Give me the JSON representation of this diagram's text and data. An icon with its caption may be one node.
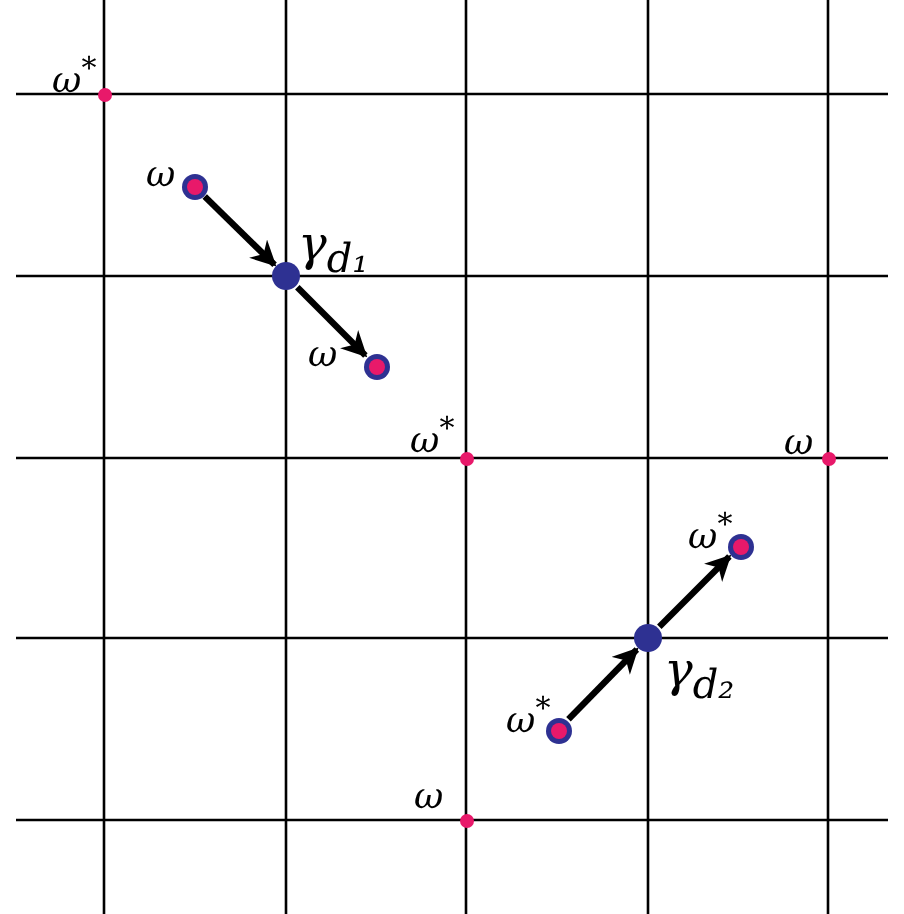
{
  "diagram": {
    "nodes": [
      {
        "text": [],
        "shape": "circle",
        "beside": [
          "ω$^{*}$"
        ]
      },
      {
        "text": [],
        "shape": "circle",
        "beside": [
          "ω"
        ]
      },
      {
        "text": [],
        "shape": "circle",
        "beside": [
          "γ$_{d₁}$"
        ]
      },
      {
        "text": [],
        "shape": "circle",
        "beside": [
          "ω"
        ]
      },
      {
        "text": [],
        "shape": "circle",
        "beside": [
          "ω$^{*}$"
        ]
      },
      {
        "text": [],
        "shape": "circle",
        "beside": [
          "ω"
        ]
      },
      {
        "text": [],
        "shape": "circle",
        "beside": [
          "ω$^{*}$"
        ]
      },
      {
        "text": [],
        "shape": "circle",
        "beside": [
          "γ$_{d₂}$"
        ]
      },
      {
        "text": [],
        "shape": "circle",
        "beside": [
          "ω$^{*}$"
        ]
      },
      {
        "text": [],
        "shape": "circle",
        "beside": [
          "ω"
        ]
      }
    ],
    "edges": [
      {
        "from": 1,
        "to": 2,
        "arrow": "to"
      },
      {
        "from": 2,
        "to": 3,
        "arrow": "to"
      },
      {
        "from": 8,
        "to": 7,
        "arrow": "to"
      },
      {
        "from": 7,
        "to": 6,
        "arrow": "to"
      }
    ]
  }
}
